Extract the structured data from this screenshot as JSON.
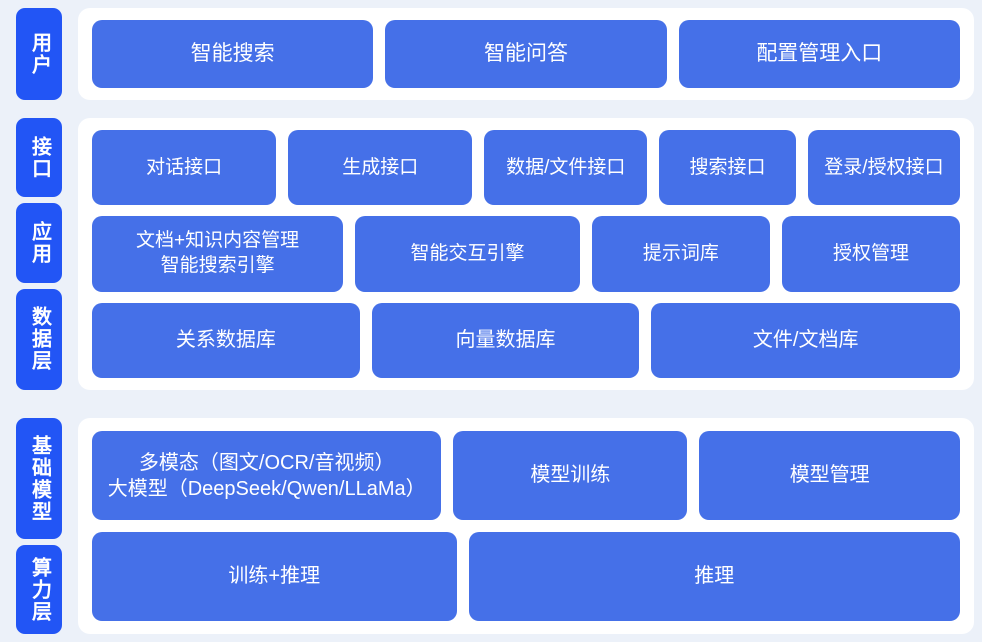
{
  "colors": {
    "page_background": "#ecf1f9",
    "panel_background": "#ffffff",
    "tab_blue": "#2255f5",
    "box_blue": "#4570e8",
    "text_white": "#ffffff"
  },
  "bands": [
    {
      "name": "user",
      "tabs": [
        {
          "label": "用户"
        }
      ],
      "rows": [
        {
          "name": "user-entry",
          "boxes": [
            {
              "label": "智能搜索"
            },
            {
              "label": "智能问答"
            },
            {
              "label": "配置管理入口"
            }
          ]
        }
      ]
    },
    {
      "name": "middle",
      "tabs": [
        {
          "label": "接口"
        },
        {
          "label": "应用"
        },
        {
          "label": "数据层"
        }
      ],
      "rows": [
        {
          "name": "interface",
          "boxes": [
            {
              "label": "对话接口"
            },
            {
              "label": "生成接口"
            },
            {
              "label": "数据/文件接口"
            },
            {
              "label": "搜索接口"
            },
            {
              "label": "登录/授权接口"
            }
          ]
        },
        {
          "name": "application",
          "boxes": [
            {
              "label_line1": "文档+知识内容管理",
              "label_line2": "智能搜索引擎"
            },
            {
              "label": "智能交互引擎"
            },
            {
              "label": "提示词库"
            },
            {
              "label": "授权管理"
            }
          ]
        },
        {
          "name": "data",
          "boxes": [
            {
              "label": "关系数据库"
            },
            {
              "label": "向量数据库"
            },
            {
              "label": "文件/文档库"
            }
          ]
        }
      ]
    },
    {
      "name": "bottom",
      "tabs": [
        {
          "label": "基础模型"
        },
        {
          "label": "算力层"
        }
      ],
      "rows": [
        {
          "name": "foundation-model",
          "boxes": [
            {
              "label_line1": "多模态（图文/OCR/音视频）",
              "label_line2": "大模型（DeepSeek/Qwen/LLaMa）"
            },
            {
              "label": "模型训练"
            },
            {
              "label": "模型管理"
            }
          ]
        },
        {
          "name": "compute",
          "boxes": [
            {
              "label": "训练+推理"
            },
            {
              "label": "推理"
            }
          ]
        }
      ]
    }
  ]
}
